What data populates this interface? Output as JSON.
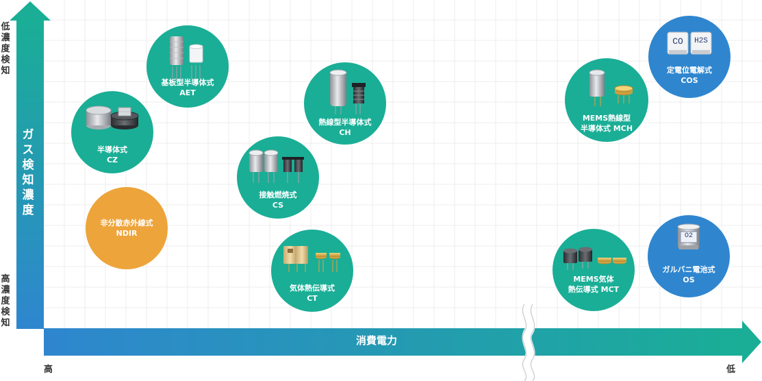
{
  "axes": {
    "y_title": "ガス検知濃度",
    "y_top_label": "低濃度検知",
    "y_bottom_label": "高濃度検知",
    "x_title": "消費電力",
    "x_left_label": "高",
    "x_right_label": "低"
  },
  "colors": {
    "teal": "#1aae96",
    "orange": "#eda43a",
    "blue": "#2f86cf",
    "arrow_start": "#2f86cf",
    "arrow_end": "#1aae96"
  },
  "nodes": [
    {
      "id": "aet",
      "line1": "基板型半導体式",
      "line2": "AET",
      "color": "teal"
    },
    {
      "id": "cz",
      "line1": "半導体式",
      "line2": "CZ",
      "color": "teal"
    },
    {
      "id": "ndir",
      "line1": "非分散赤外線式",
      "line2": "NDIR",
      "color": "orange"
    },
    {
      "id": "ch",
      "line1": "熱線型半導体式",
      "line2": "CH",
      "color": "teal"
    },
    {
      "id": "cs",
      "line1": "接触燃焼式",
      "line2": "CS",
      "color": "teal"
    },
    {
      "id": "ct",
      "line1": "気体熱伝導式",
      "line2": "CT",
      "color": "teal"
    },
    {
      "id": "mch",
      "line1": "MEMS熱線型",
      "line2": "半導体式 MCH",
      "color": "teal"
    },
    {
      "id": "mct",
      "line1": "MEMS気体",
      "line2": "熱伝導式 MCT",
      "color": "teal"
    },
    {
      "id": "cos",
      "line1": "定電位電解式",
      "line2": "COS",
      "color": "blue"
    },
    {
      "id": "os",
      "line1": "ガルバニ電池式",
      "line2": "OS",
      "color": "blue"
    }
  ],
  "product_marks": {
    "cos_left": "CO",
    "cos_right": "H2S",
    "os_mark": "O2"
  }
}
